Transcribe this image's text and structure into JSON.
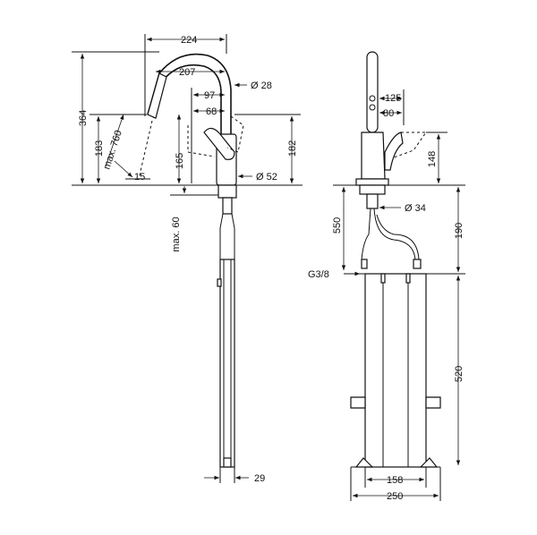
{
  "side_view": {
    "dims": {
      "d224": "224",
      "d207": "207",
      "d97": "97",
      "d68": "68",
      "d28": "Ø 28",
      "d364": "364",
      "d183": "183",
      "d165": "165",
      "d182": "182",
      "d52": "Ø 52",
      "d15": "15",
      "dmax760": "max. 760",
      "dmax60": "max. 60",
      "d29": "29"
    }
  },
  "front_view": {
    "dims": {
      "d125": "125",
      "d80": "80",
      "d148": "148",
      "d34": "Ø 34",
      "d550": "550",
      "d190": "190",
      "dG38": "G3/8",
      "d520": "520",
      "d158": "158",
      "d250": "250"
    }
  }
}
